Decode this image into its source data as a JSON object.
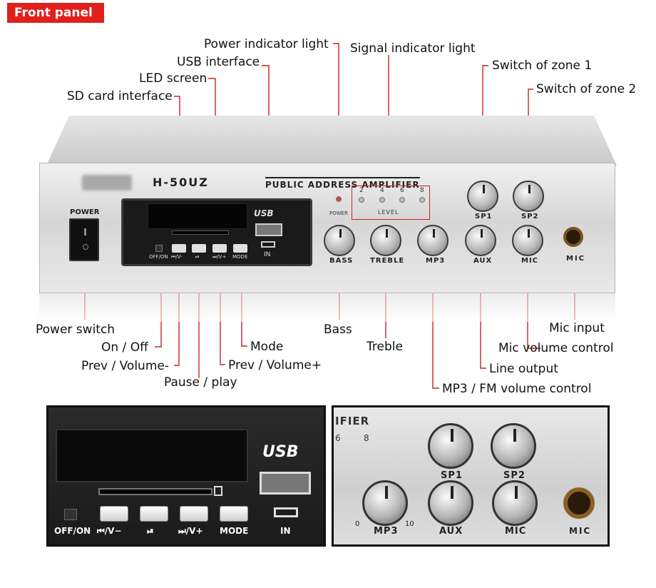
{
  "header": {
    "tag": "Front panel"
  },
  "callouts": {
    "power_indicator": "Power indicator light",
    "signal_indicator": "Signal indicator light",
    "usb_interface": "USB interface",
    "led_screen": "LED screen",
    "sd_card": "SD card interface",
    "zone1": "Switch of zone 1",
    "zone2": "Switch of zone 2",
    "power_switch": "Power switch",
    "on_off": "On / Off",
    "prev_volume_minus": "Prev / Volume-",
    "pause_play": "Pause / play",
    "mode": "Mode",
    "prev_volume_plus": "Prev / Volume+",
    "bass": "Bass",
    "treble": "Treble",
    "mp3_fm": "MP3 / FM volume control",
    "line_output": "Line output",
    "mic_volume": "Mic volume control",
    "mic_input": "Mic input"
  },
  "device": {
    "model": "H-50UZ",
    "title": "PUBLIC ADDRESS AMPLIFIER",
    "power_label": "POWER",
    "power_small": "POWER",
    "level_label": "LEVEL",
    "levels": [
      "2",
      "4",
      "6",
      "8"
    ],
    "usb_logo": "USB",
    "in_label": "IN",
    "button_labels": [
      "OFF/ON",
      "⏮/V-",
      "⏯",
      "⏭/V+",
      "MODE"
    ],
    "knobs": [
      "BASS",
      "TREBLE",
      "MP3",
      "AUX",
      "MIC",
      "SP1",
      "SP2"
    ],
    "mic_label": "MIC"
  },
  "inset_left": {
    "usb_logo": "USB",
    "labels": [
      "OFF/ON",
      "⏮/V−",
      "⏯",
      "⏭/V+",
      "MODE"
    ],
    "in_label": "IN"
  },
  "inset_right": {
    "title_fragment": "IFIER",
    "levels": [
      "6",
      "8"
    ],
    "knobs": [
      "SP1",
      "SP2",
      "MP3",
      "AUX",
      "MIC"
    ],
    "mic_label": "MIC",
    "scale_min": "0",
    "scale_max": "10"
  }
}
